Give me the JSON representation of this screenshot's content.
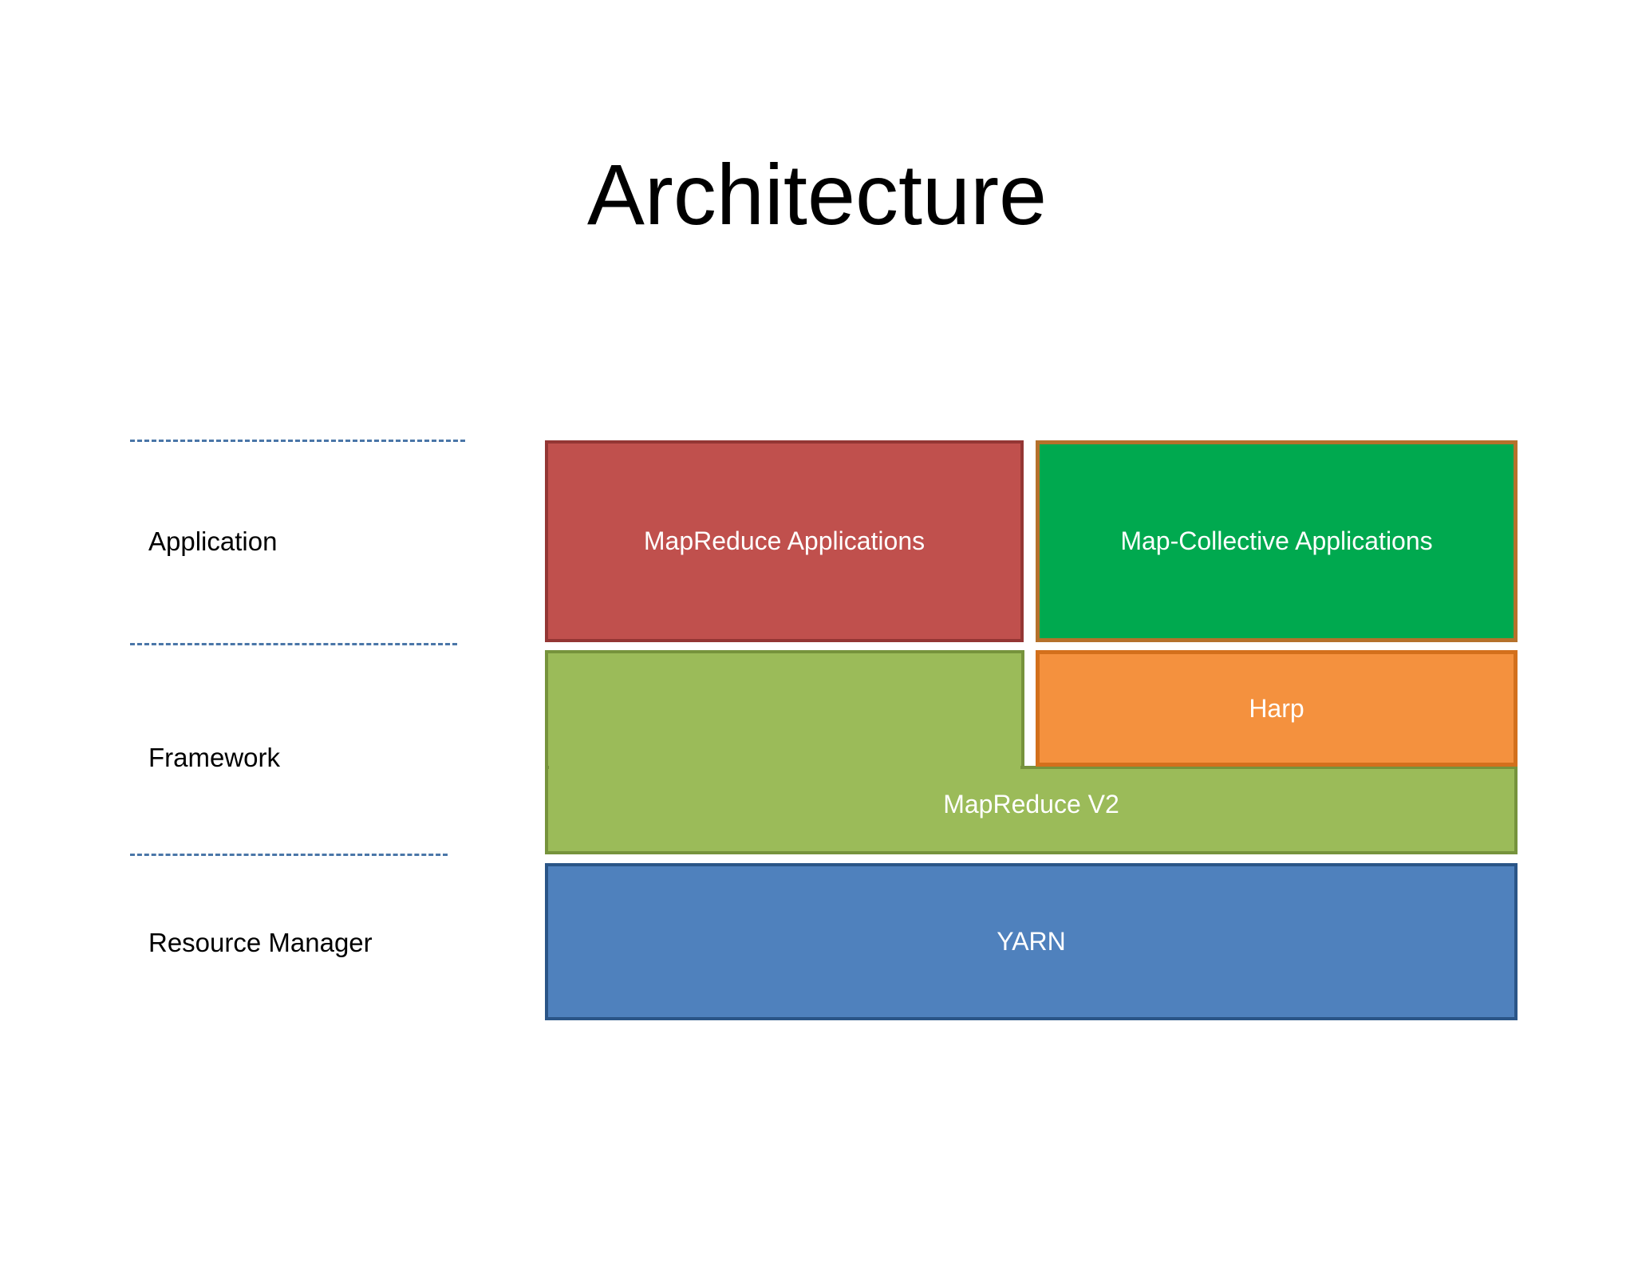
{
  "slide": {
    "title": "Architecture",
    "background": "#ffffff"
  },
  "tiers": [
    {
      "label": "Application"
    },
    {
      "label": "Framework"
    },
    {
      "label": "Resource Manager"
    }
  ],
  "dividers": {
    "color": "#4a76a8",
    "style": "dashed",
    "count": 3
  },
  "blocks": {
    "mapreduce_applications": {
      "label": "MapReduce Applications",
      "fill": "#c0504d",
      "border": "#943634",
      "text_color": "#ffffff",
      "tier": "Application"
    },
    "map_collective_applications": {
      "label": "Map-Collective Applications",
      "fill": "#00a94f",
      "border": "#b5712b",
      "text_color": "#ffffff",
      "tier": "Application"
    },
    "mapreduce_v2": {
      "label": "MapReduce V2",
      "fill": "#9bbb59",
      "border": "#76933c",
      "text_color": "#ffffff",
      "tier": "Framework"
    },
    "harp": {
      "label": "Harp",
      "fill": "#f4913e",
      "border": "#d3701c",
      "text_color": "#ffffff",
      "tier": "Framework"
    },
    "yarn": {
      "label": "YARN",
      "fill": "#4f81bd",
      "border": "#2a5587",
      "text_color": "#ffffff",
      "tier": "Resource Manager"
    }
  }
}
